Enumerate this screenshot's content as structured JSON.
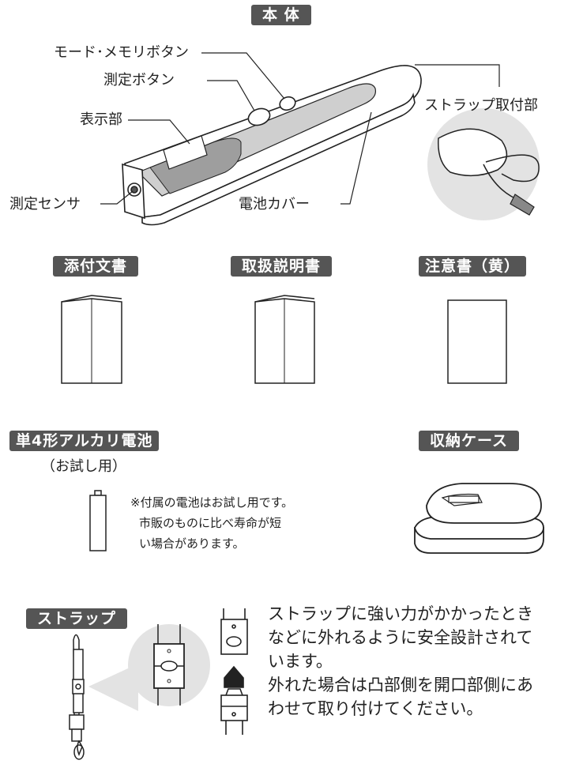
{
  "main_unit": {
    "badge": "本 体",
    "labels": {
      "mode_memory_button": "モード･メモリボタン",
      "measure_button": "測定ボタン",
      "display": "表示部",
      "sensor": "測定センサ",
      "battery_cover": "電池カバー",
      "strap_attachment": "ストラップ取付部"
    }
  },
  "documents": [
    {
      "badge": "添付文書"
    },
    {
      "badge": "取扱説明書"
    },
    {
      "badge": "注意書（黄）"
    }
  ],
  "battery": {
    "badge": "単4形アルカリ電池",
    "sub": "（お試し用）",
    "note": [
      "※付属の電池はお試し用です。",
      "市販のものに比べ寿命が短",
      "い場合があります。"
    ]
  },
  "case": {
    "badge": "収納ケース"
  },
  "strap": {
    "badge": "ストラップ",
    "description": [
      "ストラップに強い力がかかったとき",
      "などに外れるように安全設計されて",
      "います。",
      "外れた場合は凸部側を開口部側にあ",
      "わせて取り付けてください。"
    ]
  },
  "colors": {
    "badge_bg": "#555555",
    "circle_bg": "#e3e3e3",
    "device_gray": "#c8c8c8"
  }
}
